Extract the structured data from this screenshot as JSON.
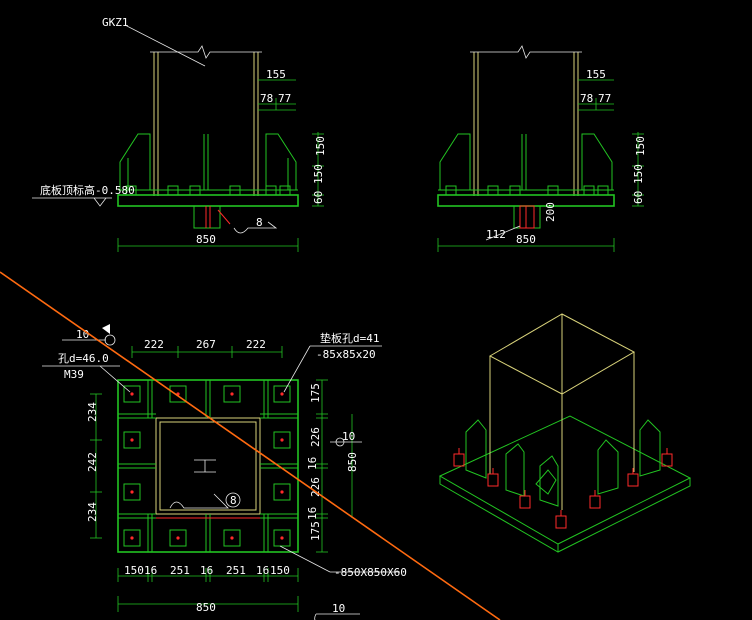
{
  "colors": {
    "background": "#000000",
    "plate": "#22c422",
    "column": "#d8d27a",
    "bolt": "#ff2a2a",
    "cut_line": "#ff6a10",
    "text": "#ffffff"
  },
  "elev1": {
    "column_label": "GKZ1",
    "dim_top": "155",
    "dim_78": "78",
    "dim_77": "77",
    "dim_150a": "150",
    "dim_150b": "150",
    "dim_60": "60",
    "elev_note": "底板顶标高-0.580",
    "callout_8": "8",
    "width": "850"
  },
  "elev2": {
    "dim_top": "155",
    "dim_78": "78",
    "dim_77": "77",
    "dim_150a": "150",
    "dim_150b": "150",
    "dim_60": "60",
    "dim_200": "200",
    "label_112": "112",
    "width": "850"
  },
  "plan": {
    "weld_10": "10",
    "top_d1": "222",
    "top_d2": "267",
    "top_d3": "222",
    "hole_note": "孔d=46.0",
    "bolt_note": "M39",
    "washer_note": "垫板孔d=41",
    "washer_size": "-85x85x20",
    "left_d1": "234",
    "left_d2": "242",
    "left_d3": "234",
    "right_d1": "175",
    "right_d2": "226",
    "right_d3": "16",
    "right_d4": "226",
    "right_d5": "16",
    "right_d6": "175",
    "right_total": "850",
    "weld_10b": "10",
    "callout_8": "8",
    "bot_d1": "150",
    "bot_d2": "16",
    "bot_d3": "251",
    "bot_d4": "16",
    "bot_d5": "251",
    "bot_d6": "16",
    "bot_d7": "150",
    "plate_note": "-850X850X60",
    "width": "850",
    "weld_10c": "10"
  }
}
